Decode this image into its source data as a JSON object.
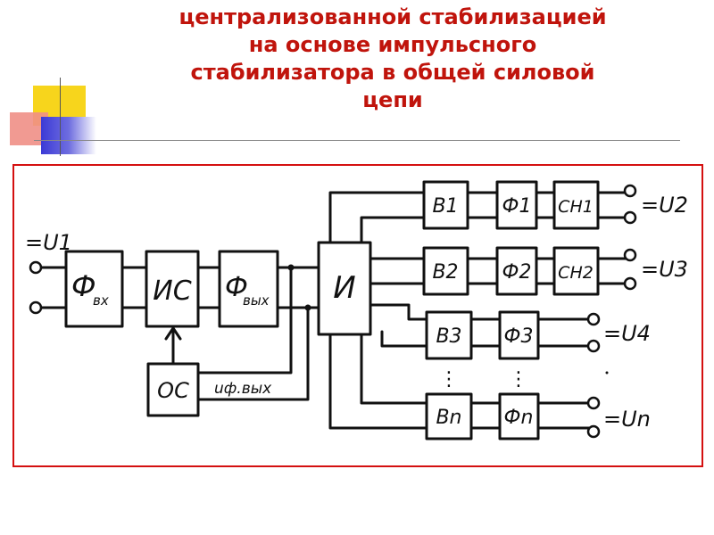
{
  "title": {
    "line1": "централизованной стабилизацией",
    "line2": "на основе импульсного",
    "line3": "стабилизатора в общей силовой",
    "line4": "цепи"
  },
  "blocks": {
    "f_in": {
      "main": "Ф",
      "sub": "вх"
    },
    "is": "ИС",
    "f_out": {
      "main": "Ф",
      "sub": "вых"
    },
    "inv": "И",
    "os": "ОС",
    "b1": "В1",
    "b2": "В2",
    "b3": "В3",
    "bn": "Вn",
    "f1": "Ф1",
    "f2": "Ф2",
    "f3": "Ф3",
    "fn": "Фn",
    "sn1": "СН1",
    "sn2": "СН2"
  },
  "labels": {
    "u1": "=U1",
    "u2": "=U2",
    "u3": "=U3",
    "u4": "=U4",
    "un": "=Un",
    "feedback": "uф.вых"
  },
  "dots": "⋮"
}
